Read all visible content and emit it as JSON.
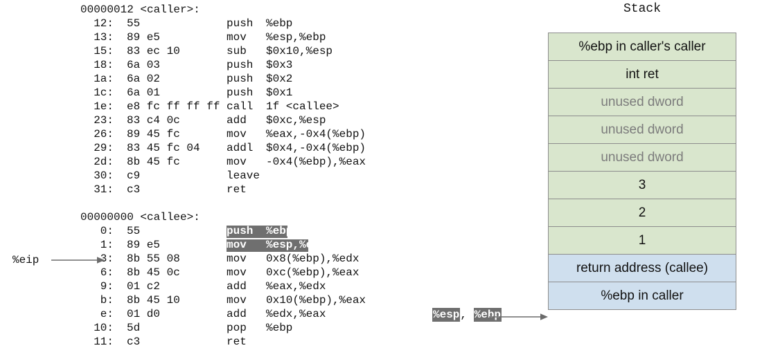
{
  "disassembly": {
    "blocks": [
      {
        "header": "00000012 <caller>:",
        "rows": [
          {
            "addr": "12:",
            "bytes": "55",
            "mnemonic": "push",
            "operands": "%ebp",
            "highlight": false
          },
          {
            "addr": "13:",
            "bytes": "89 e5",
            "mnemonic": "mov",
            "operands": "%esp,%ebp",
            "highlight": false
          },
          {
            "addr": "15:",
            "bytes": "83 ec 10",
            "mnemonic": "sub",
            "operands": "$0x10,%esp",
            "highlight": false
          },
          {
            "addr": "18:",
            "bytes": "6a 03",
            "mnemonic": "push",
            "operands": "$0x3",
            "highlight": false
          },
          {
            "addr": "1a:",
            "bytes": "6a 02",
            "mnemonic": "push",
            "operands": "$0x2",
            "highlight": false
          },
          {
            "addr": "1c:",
            "bytes": "6a 01",
            "mnemonic": "push",
            "operands": "$0x1",
            "highlight": false
          },
          {
            "addr": "1e:",
            "bytes": "e8 fc ff ff ff",
            "mnemonic": "call",
            "operands": "1f <callee>",
            "highlight": false
          },
          {
            "addr": "23:",
            "bytes": "83 c4 0c",
            "mnemonic": "add",
            "operands": "$0xc,%esp",
            "highlight": false
          },
          {
            "addr": "26:",
            "bytes": "89 45 fc",
            "mnemonic": "mov",
            "operands": "%eax,-0x4(%ebp)",
            "highlight": false
          },
          {
            "addr": "29:",
            "bytes": "83 45 fc 04",
            "mnemonic": "addl",
            "operands": "$0x4,-0x4(%ebp)",
            "highlight": false
          },
          {
            "addr": "2d:",
            "bytes": "8b 45 fc",
            "mnemonic": "mov",
            "operands": "-0x4(%ebp),%eax",
            "highlight": false
          },
          {
            "addr": "30:",
            "bytes": "c9",
            "mnemonic": "leave",
            "operands": "",
            "highlight": false
          },
          {
            "addr": "31:",
            "bytes": "c3",
            "mnemonic": "ret",
            "operands": "",
            "highlight": false
          }
        ]
      },
      {
        "header": "00000000 <callee>:",
        "rows": [
          {
            "addr": "0:",
            "bytes": "55",
            "mnemonic": "push",
            "operands": "%ebp",
            "highlight": true,
            "band_width": 88
          },
          {
            "addr": "1:",
            "bytes": "89 e5",
            "mnemonic": "mov",
            "operands": "%esp,%ebp",
            "highlight": true,
            "band_width": 118
          },
          {
            "addr": "3:",
            "bytes": "8b 55 08",
            "mnemonic": "mov",
            "operands": "0x8(%ebp),%edx",
            "highlight": false
          },
          {
            "addr": "6:",
            "bytes": "8b 45 0c",
            "mnemonic": "mov",
            "operands": "0xc(%ebp),%eax",
            "highlight": false
          },
          {
            "addr": "9:",
            "bytes": "01 c2",
            "mnemonic": "add",
            "operands": "%eax,%edx",
            "highlight": false
          },
          {
            "addr": "b:",
            "bytes": "8b 45 10",
            "mnemonic": "mov",
            "operands": "0x10(%ebp),%eax",
            "highlight": false
          },
          {
            "addr": "e:",
            "bytes": "01 d0",
            "mnemonic": "add",
            "operands": "%edx,%eax",
            "highlight": false
          },
          {
            "addr": "10:",
            "bytes": "5d",
            "mnemonic": "pop",
            "operands": "%ebp",
            "highlight": false
          },
          {
            "addr": "11:",
            "bytes": "c3",
            "mnemonic": "ret",
            "operands": "",
            "highlight": false
          }
        ]
      }
    ]
  },
  "eip_pointer": {
    "label": "%eip",
    "target_row": "3:"
  },
  "stack": {
    "title": "Stack",
    "cells": [
      {
        "label": "%ebp in caller's caller",
        "fill": "green",
        "muted": false
      },
      {
        "label": "int ret",
        "fill": "green",
        "muted": false
      },
      {
        "label": "unused dword",
        "fill": "green",
        "muted": true
      },
      {
        "label": "unused dword",
        "fill": "green",
        "muted": true
      },
      {
        "label": "unused dword",
        "fill": "green",
        "muted": true
      },
      {
        "label": "3",
        "fill": "green",
        "muted": false
      },
      {
        "label": "2",
        "fill": "green",
        "muted": false
      },
      {
        "label": "1",
        "fill": "green",
        "muted": false
      },
      {
        "label": "return address (callee)",
        "fill": "blue",
        "muted": false
      },
      {
        "label": "%ebp in caller",
        "fill": "blue",
        "muted": false
      }
    ]
  },
  "stack_pointer": {
    "esp_label": "%esp",
    "separator": ",",
    "ebp_label": "%ebp"
  },
  "colors": {
    "highlight_bg": "#6f6f6f",
    "highlight_fg": "#ffffff",
    "stack_green": "#d9e6cd",
    "stack_blue": "#cfdfee",
    "stack_border": "#8c8c8c",
    "muted_text": "#7c7c7c",
    "arrow": "#6b6b6b"
  }
}
